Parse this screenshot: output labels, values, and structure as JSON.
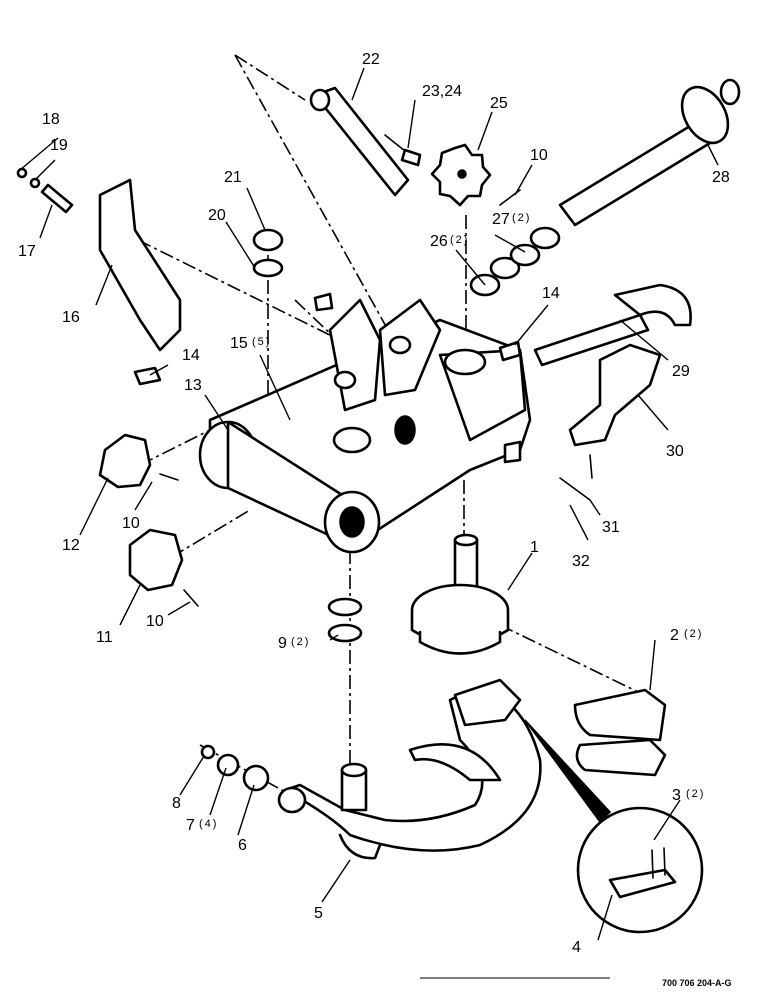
{
  "callouts": {
    "c1": "1",
    "c2": "2",
    "c2q": "(2)",
    "c3": "3",
    "c3q": "(2)",
    "c4": "4",
    "c5": "5",
    "c6": "6",
    "c7": "7",
    "c7q": "(4)",
    "c8": "8",
    "c9": "9",
    "c9q": "(2)",
    "c10a": "10",
    "c10b": "10",
    "c10c": "10",
    "c11": "11",
    "c12": "12",
    "c13": "13",
    "c14a": "14",
    "c14b": "14",
    "c15": "15",
    "c15q": "(5)",
    "c16": "16",
    "c17": "17",
    "c18": "18",
    "c19": "19",
    "c20": "20",
    "c21": "21",
    "c22": "22",
    "c2324": "23,24",
    "c25": "25",
    "c26": "26",
    "c26q": "(2)",
    "c27": "27",
    "c27q": "(2)",
    "c28": "28",
    "c29": "29",
    "c30": "30",
    "c31": "31",
    "c32": "32"
  },
  "drawing_code": "700 706 204-A-G"
}
